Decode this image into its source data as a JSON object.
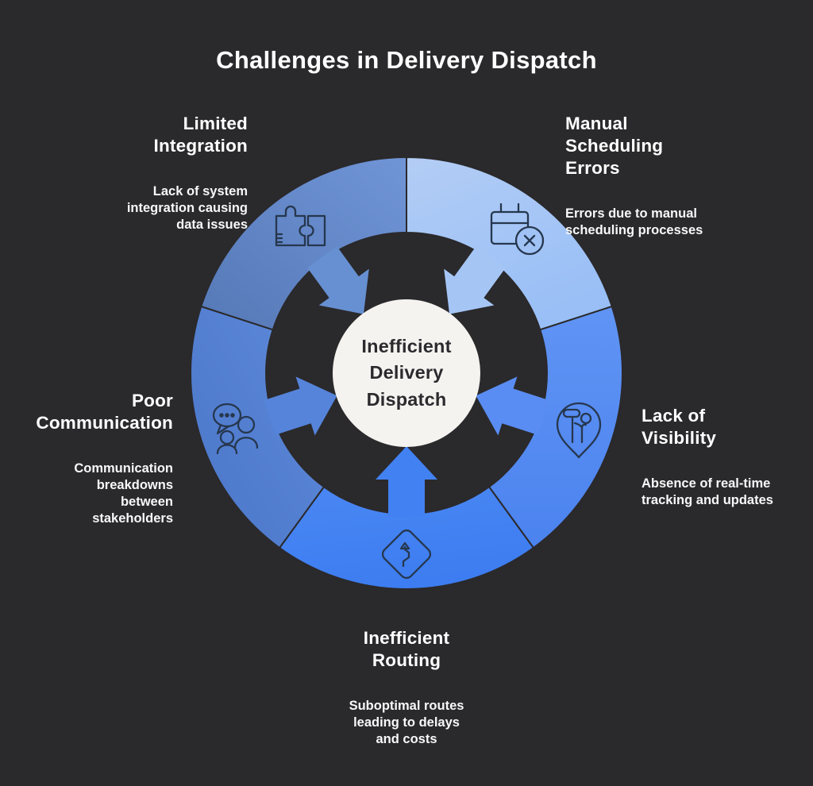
{
  "title": "Challenges in Delivery Dispatch",
  "center": {
    "label": "Inefficient\nDelivery\nDispatch"
  },
  "colors": {
    "background": "#2a292b",
    "center_circle": "#f5f3f0",
    "center_text": "#2b2b2e",
    "icon_stroke": "#26374e",
    "divider": "#2a292b",
    "label_text": "#ffffff",
    "calendar_circle_fill": "#a0c2f5"
  },
  "sections": {
    "integration": {
      "heading": "Limited\nIntegration",
      "desc": "Lack of system\nintegration causing\ndata issues",
      "color_start": "#7095d7",
      "color_end": "#5578b6",
      "arrow_color": "#6690d2",
      "icon": "puzzle-integration-icon"
    },
    "manual": {
      "heading": "Manual\nScheduling\nErrors",
      "desc": "Errors due to manual\nscheduling processes",
      "color_start": "#b3cdf5",
      "color_end": "#99bff6",
      "arrow_color": "#a5c6f5",
      "icon": "calendar-error-icon"
    },
    "visibility": {
      "heading": "Lack of\nVisibility",
      "desc": "Absence of real-time\ntracking and updates",
      "color_start": "#6094f4",
      "color_end": "#4b83ef",
      "arrow_color": "#5a8df3",
      "icon": "location-pin-person-icon"
    },
    "routing": {
      "heading": "Inefficient\nRouting",
      "desc": "Suboptimal routes\nleading to delays\nand costs",
      "color_start": "#4a87f3",
      "color_end": "#3d7df1",
      "arrow_color": "#4281f2",
      "icon": "route-sign-icon"
    },
    "communication": {
      "heading": "Poor\nCommunication",
      "desc": "Communication\nbreakdowns\nbetween\nstakeholders",
      "color_start": "#5f8adb",
      "color_end": "#4a76c8",
      "arrow_color": "#5584da",
      "icon": "people-chat-icon"
    }
  }
}
